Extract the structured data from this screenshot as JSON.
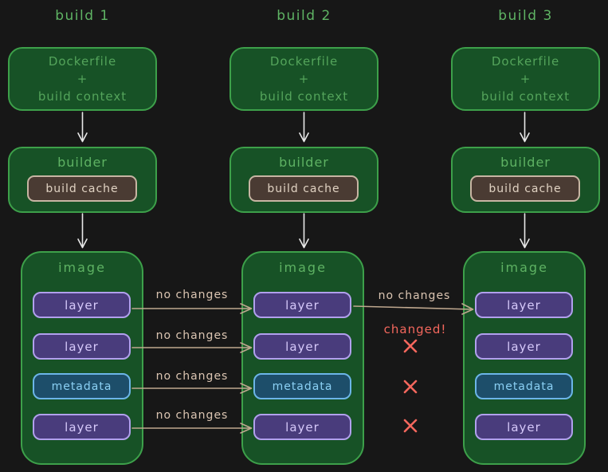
{
  "diagram_title": "docker build cache diagram",
  "palette": {
    "background": "#171717",
    "green_border": "#3da04a",
    "green_fill": "#175226",
    "green_header_text": "#5fb464",
    "green_box_text": "#54a45b",
    "cache_fill": "#4a3b33",
    "cache_border": "#c7b5a3",
    "cache_text": "#e0d2c2",
    "layer_fill": "#493c7c",
    "layer_border": "#b1a0ed",
    "layer_text": "#d6c9fa",
    "metadata_fill": "#1d4e6a",
    "metadata_border": "#6cb5e8",
    "metadata_text": "#8bd0f4",
    "arrow_white": "#e9e9e9",
    "arrow_tan": "#bfa88f",
    "tan_label_text": "#dbc5b2",
    "changed_red": "#f4675d"
  },
  "builds": [
    {
      "title": "build 1",
      "source": {
        "line1": "Dockerfile",
        "line2": "+",
        "line3": "build context"
      },
      "builder": {
        "label": "builder",
        "cache": "build cache"
      },
      "image": {
        "label": "image",
        "items": [
          {
            "type": "layer",
            "label": "layer"
          },
          {
            "type": "layer",
            "label": "layer"
          },
          {
            "type": "metadata",
            "label": "metadata"
          },
          {
            "type": "layer",
            "label": "layer"
          }
        ]
      }
    },
    {
      "title": "build 2",
      "source": {
        "line1": "Dockerfile",
        "line2": "+",
        "line3": "build context"
      },
      "builder": {
        "label": "builder",
        "cache": "build cache"
      },
      "image": {
        "label": "image",
        "items": [
          {
            "type": "layer",
            "label": "layer"
          },
          {
            "type": "layer",
            "label": "layer"
          },
          {
            "type": "metadata",
            "label": "metadata"
          },
          {
            "type": "layer",
            "label": "layer"
          }
        ]
      }
    },
    {
      "title": "build 3",
      "source": {
        "line1": "Dockerfile",
        "line2": "+",
        "line3": "build context"
      },
      "builder": {
        "label": "builder",
        "cache": "build cache"
      },
      "image": {
        "label": "image",
        "items": [
          {
            "type": "layer",
            "label": "layer"
          },
          {
            "type": "layer",
            "label": "layer"
          },
          {
            "type": "metadata",
            "label": "metadata"
          },
          {
            "type": "layer",
            "label": "layer"
          }
        ]
      }
    }
  ],
  "transitions": {
    "b1_b2": {
      "rows": [
        "no changes",
        "no changes",
        "no changes",
        "no changes"
      ]
    },
    "b2_b3": {
      "row1": "no changes",
      "changed": "changed!",
      "x_marks": [
        "x",
        "x",
        "x"
      ]
    }
  }
}
